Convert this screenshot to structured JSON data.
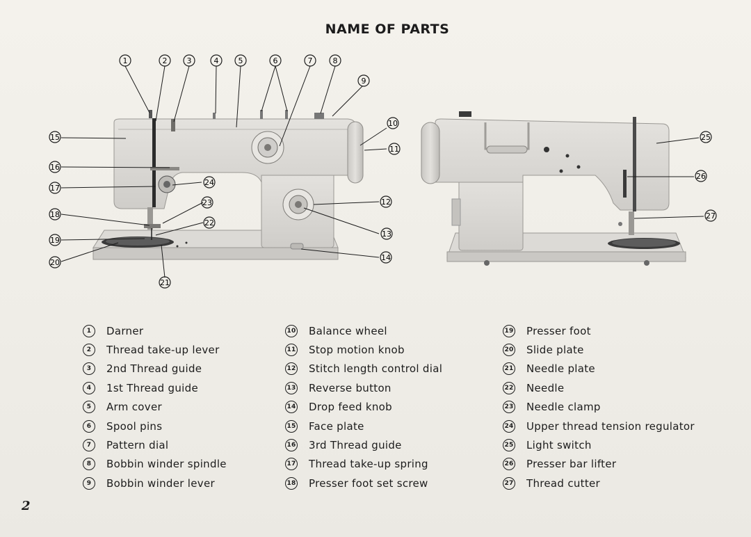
{
  "page": {
    "title": "NAME OF PARTS",
    "page_number": "2"
  },
  "parts": [
    {
      "num": "1",
      "name": "Darner"
    },
    {
      "num": "2",
      "name": "Thread take-up lever"
    },
    {
      "num": "3",
      "name": "2nd Thread guide"
    },
    {
      "num": "4",
      "name": "1st Thread guide"
    },
    {
      "num": "5",
      "name": "Arm cover"
    },
    {
      "num": "6",
      "name": "Spool pins"
    },
    {
      "num": "7",
      "name": "Pattern dial"
    },
    {
      "num": "8",
      "name": "Bobbin winder spindle"
    },
    {
      "num": "9",
      "name": "Bobbin winder lever"
    },
    {
      "num": "10",
      "name": "Balance wheel"
    },
    {
      "num": "11",
      "name": "Stop motion knob"
    },
    {
      "num": "12",
      "name": "Stitch length control dial"
    },
    {
      "num": "13",
      "name": "Reverse button"
    },
    {
      "num": "14",
      "name": "Drop feed knob"
    },
    {
      "num": "15",
      "name": "Face plate"
    },
    {
      "num": "16",
      "name": "3rd Thread guide"
    },
    {
      "num": "17",
      "name": "Thread take-up spring"
    },
    {
      "num": "18",
      "name": "Presser foot set screw"
    },
    {
      "num": "19",
      "name": "Presser foot"
    },
    {
      "num": "20",
      "name": "Slide plate"
    },
    {
      "num": "21",
      "name": "Needle plate"
    },
    {
      "num": "22",
      "name": "Needle"
    },
    {
      "num": "23",
      "name": "Needle clamp"
    },
    {
      "num": "24",
      "name": "Upper thread tension regulator"
    },
    {
      "num": "25",
      "name": "Light switch"
    },
    {
      "num": "26",
      "name": "Presser bar lifter"
    },
    {
      "num": "27",
      "name": "Thread cutter"
    }
  ],
  "colors": {
    "paper": "#f1efe9",
    "machine": "#d9d7d3",
    "ink": "#1c1c1c"
  }
}
